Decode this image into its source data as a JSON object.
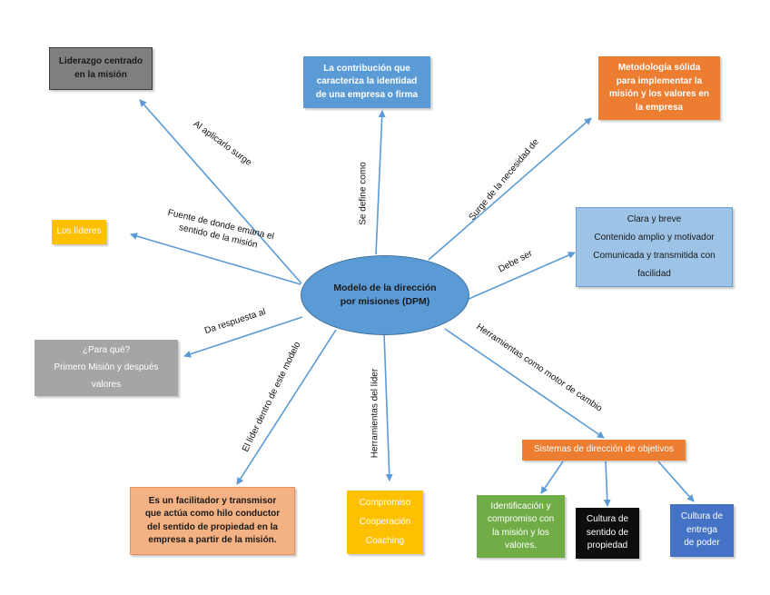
{
  "center": {
    "line1": "Modelo de la dirección",
    "line2": "por misiones (DPM)"
  },
  "boxes": {
    "liderazgo": {
      "lines": [
        "Liderazgo centrado",
        "en la misión"
      ]
    },
    "contribucion": {
      "lines": [
        "La contribución que",
        "caracteriza la identidad",
        "de una empresa o firma"
      ]
    },
    "metodologia": {
      "lines": [
        "Metodología  sólida",
        "para implementar la",
        "misión y los valores en",
        "la empresa"
      ]
    },
    "lideres": {
      "lines": [
        "Los líderes"
      ]
    },
    "debe_ser": {
      "lines": [
        "Clara y breve",
        "Contenido amplio y motivador",
        "Comunicada y transmitida con",
        "facilidad"
      ]
    },
    "para_que": {
      "lines": [
        "¿Para qué?",
        "Primero Misión y después",
        "valores"
      ]
    },
    "facilitador": {
      "lines": [
        "Es un facilitador y transmisor",
        "que actúa como hilo conductor",
        "del sentido de propiedad en la",
        "empresa a partir de la misión."
      ]
    },
    "herramientas": {
      "lines": [
        "Compromiso",
        "Cooperación",
        "Coaching"
      ]
    },
    "sistemas": {
      "lines": [
        "Sistemas de dirección de objetivos"
      ]
    },
    "identificacion": {
      "lines": [
        "Identificación y",
        "compromiso con",
        "la misión y los",
        "valores."
      ]
    },
    "cultura_propiedad": {
      "lines": [
        "Cultura de",
        "sentido de",
        "propiedad"
      ]
    },
    "cultura_poder": {
      "lines": [
        "Cultura de",
        "entrega",
        "de poder"
      ]
    }
  },
  "labels": {
    "al_aplicarlo": {
      "lines": [
        "Al aplicarlo surge"
      ]
    },
    "se_define": {
      "lines": [
        "Se define como"
      ]
    },
    "surge_necesidad": {
      "lines": [
        "Surge de la necesidad de"
      ]
    },
    "fuente": {
      "lines": [
        "Fuente de donde emana el",
        "sentido de la misión"
      ]
    },
    "debe_ser": {
      "lines": [
        "Debe ser"
      ]
    },
    "da_respuesta": {
      "lines": [
        "Da respuesta al"
      ]
    },
    "herramientas_motor": {
      "lines": [
        "Herramientas como motor de cambio"
      ]
    },
    "lider_dentro": {
      "lines": [
        "El líder dentro de este modelo"
      ]
    },
    "herramientas_lider": {
      "lines": [
        "Herramientas del líder"
      ]
    }
  },
  "colors": {
    "gray_dark": "#7f7f7f",
    "blue": "#5b9bd5",
    "orange": "#ed7d31",
    "yellow": "#ffc000",
    "light_blue": "#9dc3e6",
    "gray_light": "#a5a5a5",
    "salmon": "#f4b183",
    "green": "#70ad47",
    "black": "#0d0d0d",
    "deep_blue": "#4472c4",
    "arrow": "#5b9bd5"
  }
}
